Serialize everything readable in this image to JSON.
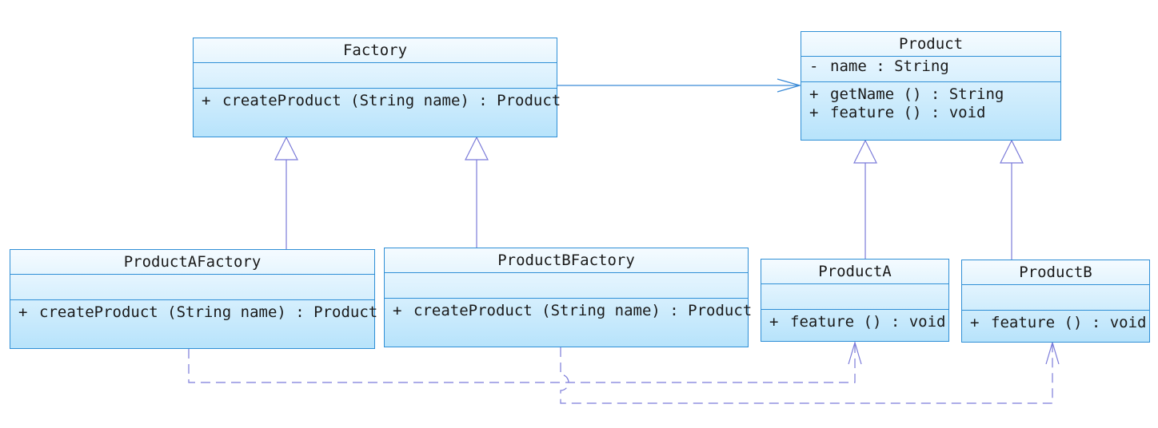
{
  "classes": {
    "factory": {
      "name": "Factory",
      "attributes": [],
      "operations": [
        {
          "vis": "+",
          "text": "createProduct (String name) : Product"
        }
      ]
    },
    "product": {
      "name": "Product",
      "attributes": [
        {
          "vis": "-",
          "text": "name : String"
        }
      ],
      "operations": [
        {
          "vis": "+",
          "text": "getName () : String"
        },
        {
          "vis": "+",
          "text": "feature () : void"
        }
      ]
    },
    "product_a_factory": {
      "name": "ProductAFactory",
      "attributes": [],
      "operations": [
        {
          "vis": "+",
          "text": "createProduct (String name) : Product"
        }
      ]
    },
    "product_b_factory": {
      "name": "ProductBFactory",
      "attributes": [],
      "operations": [
        {
          "vis": "+",
          "text": "createProduct (String name) : Product"
        }
      ]
    },
    "product_a": {
      "name": "ProductA",
      "attributes": [],
      "operations": [
        {
          "vis": "+",
          "text": "feature () : void"
        }
      ]
    },
    "product_b": {
      "name": "ProductB",
      "attributes": [],
      "operations": [
        {
          "vis": "+",
          "text": "feature () : void"
        }
      ]
    }
  },
  "colors": {
    "class_border": "#2f8fd6",
    "connector": "#7b7bd9",
    "association": "#3a8ad6"
  }
}
